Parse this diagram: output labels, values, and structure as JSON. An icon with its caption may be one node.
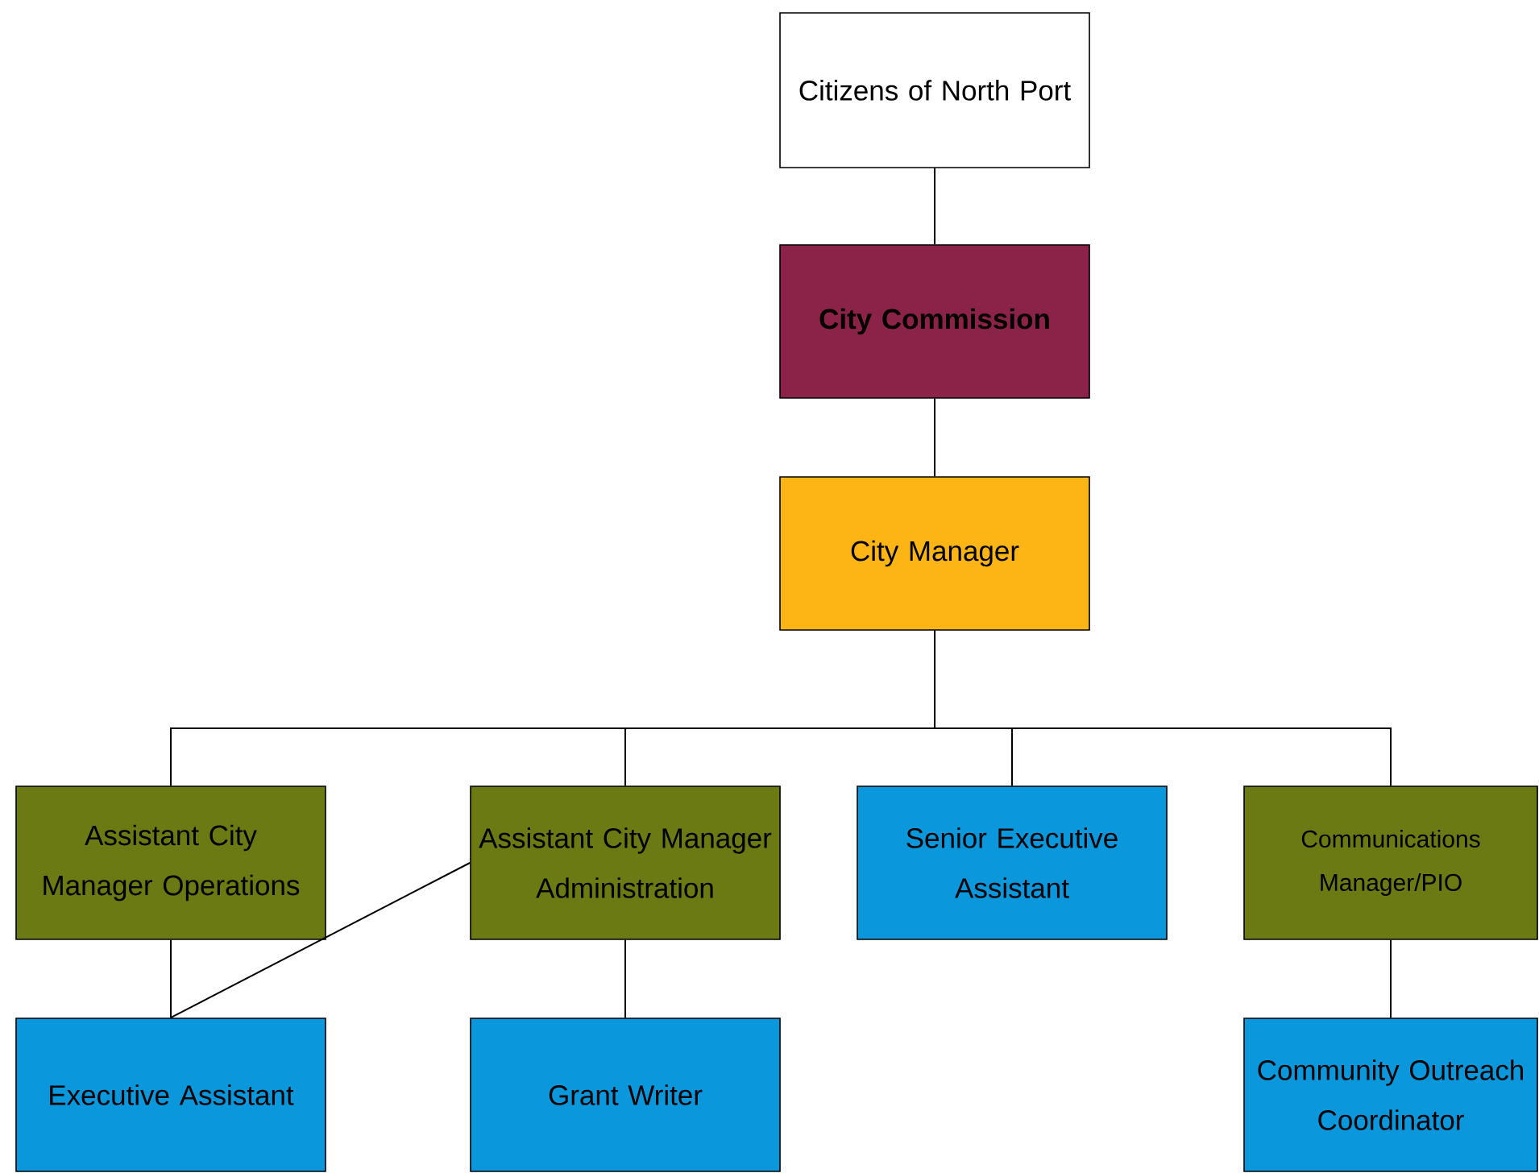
{
  "diagram": {
    "nodes": [
      {
        "text": [
          "Citizens of North Port"
        ]
      },
      {
        "text": [
          "City Commission"
        ]
      },
      {
        "text": [
          "City Manager"
        ]
      },
      {
        "text": [
          "Assistant City Manager Operations"
        ]
      },
      {
        "text": [
          "Assistant City Manager Administration"
        ]
      },
      {
        "text": [
          "Senior Executive Assistant"
        ]
      },
      {
        "text": [
          "Communications Manager/PIO"
        ]
      },
      {
        "text": [
          "Executive Assistant"
        ]
      },
      {
        "text": [
          "Grant Writer"
        ]
      },
      {
        "text": [
          "Community Outreach Coordinator"
        ]
      }
    ],
    "edges": [
      {
        "from": 0,
        "to": 1,
        "arrow": "none"
      },
      {
        "from": 1,
        "to": 2,
        "arrow": "none"
      },
      {
        "from": 2,
        "to": 3,
        "arrow": "none"
      },
      {
        "from": 2,
        "to": 4,
        "arrow": "none"
      },
      {
        "from": 2,
        "to": 5,
        "arrow": "none"
      },
      {
        "from": 2,
        "to": 6,
        "arrow": "none"
      },
      {
        "from": 3,
        "to": 7,
        "arrow": "none"
      },
      {
        "from": 4,
        "to": 7,
        "arrow": "none"
      },
      {
        "from": 4,
        "to": 8,
        "arrow": "none"
      },
      {
        "from": 6,
        "to": 9,
        "arrow": "none"
      }
    ]
  }
}
